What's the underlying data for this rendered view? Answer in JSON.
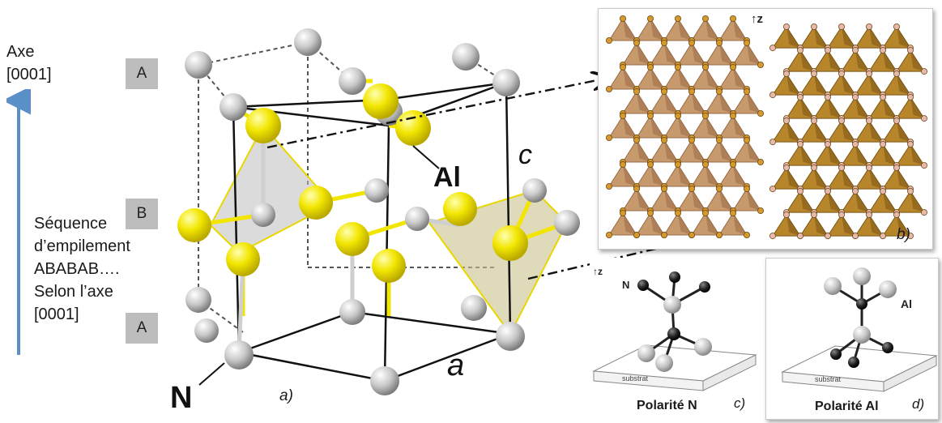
{
  "left": {
    "axis_line1": "Axe",
    "axis_line2": "[0001]",
    "sequence_lines": [
      "Séquence",
      "d’empilement",
      "ABABAB….",
      "Selon l’axe",
      "[0001]"
    ]
  },
  "badges": [
    "A",
    "B",
    "A"
  ],
  "lattice": {
    "label_Al": "Al",
    "label_c": "c",
    "label_a": "a",
    "label_N": "N",
    "caption": "a)"
  },
  "panel_b": {
    "z_label": "z",
    "caption": "b)"
  },
  "panel_c": {
    "z_label": "z",
    "atom_label": "N",
    "substrate": "substrat",
    "title": "Polarité N",
    "caption": "c)"
  },
  "panel_d": {
    "atom_label": "Al",
    "substrate": "substrat",
    "title": "Polarité Al",
    "caption": "d)"
  },
  "colors": {
    "arrow_blue": "#5b8fc7",
    "nitrogen": "#c8c8c8",
    "aluminium": "#f2e600",
    "tetra_tan": "#c79a6e",
    "tetra_gold": "#b8862a"
  }
}
